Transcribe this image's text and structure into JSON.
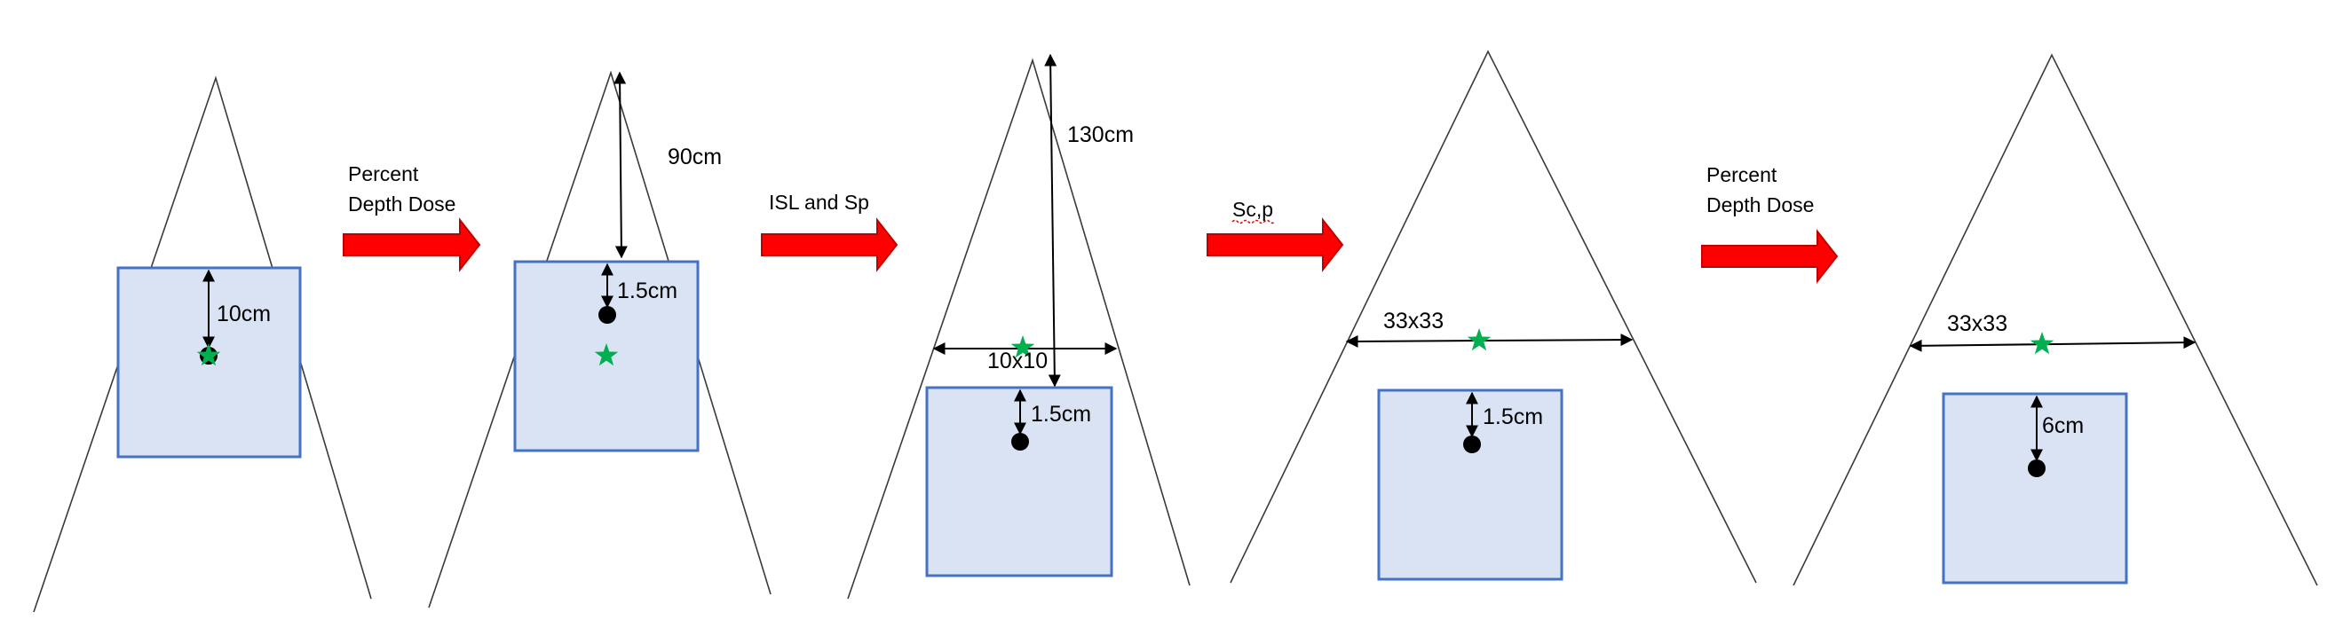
{
  "colors": {
    "phantom_fill": "#dae3f3",
    "phantom_stroke": "#4472c4",
    "arrow_fill": "#ff0000",
    "arrow_stroke": "#c00000",
    "star": "#00b050",
    "point": "#000000",
    "beam_line": "#3a3a3a"
  },
  "icons": {
    "transition": "red-block-arrow-right",
    "reference_point": "green-star",
    "measurement_point": "black-dot"
  },
  "panels": [
    {
      "depth_label": "10cm"
    },
    {
      "depth_label": "1.5cm",
      "distance_label": "90cm"
    },
    {
      "depth_label": "1.5cm",
      "distance_label": "130cm",
      "field_label": "10x10"
    },
    {
      "depth_label": "1.5cm",
      "field_label": "33x33"
    },
    {
      "depth_label": "6cm",
      "field_label": "33x33"
    }
  ],
  "transitions": [
    {
      "line1": "Percent",
      "line2": "Depth Dose"
    },
    {
      "line1": "ISL and Sp"
    },
    {
      "line1": "Sc,p"
    },
    {
      "line1": "Percent",
      "line2": "Depth Dose"
    }
  ]
}
